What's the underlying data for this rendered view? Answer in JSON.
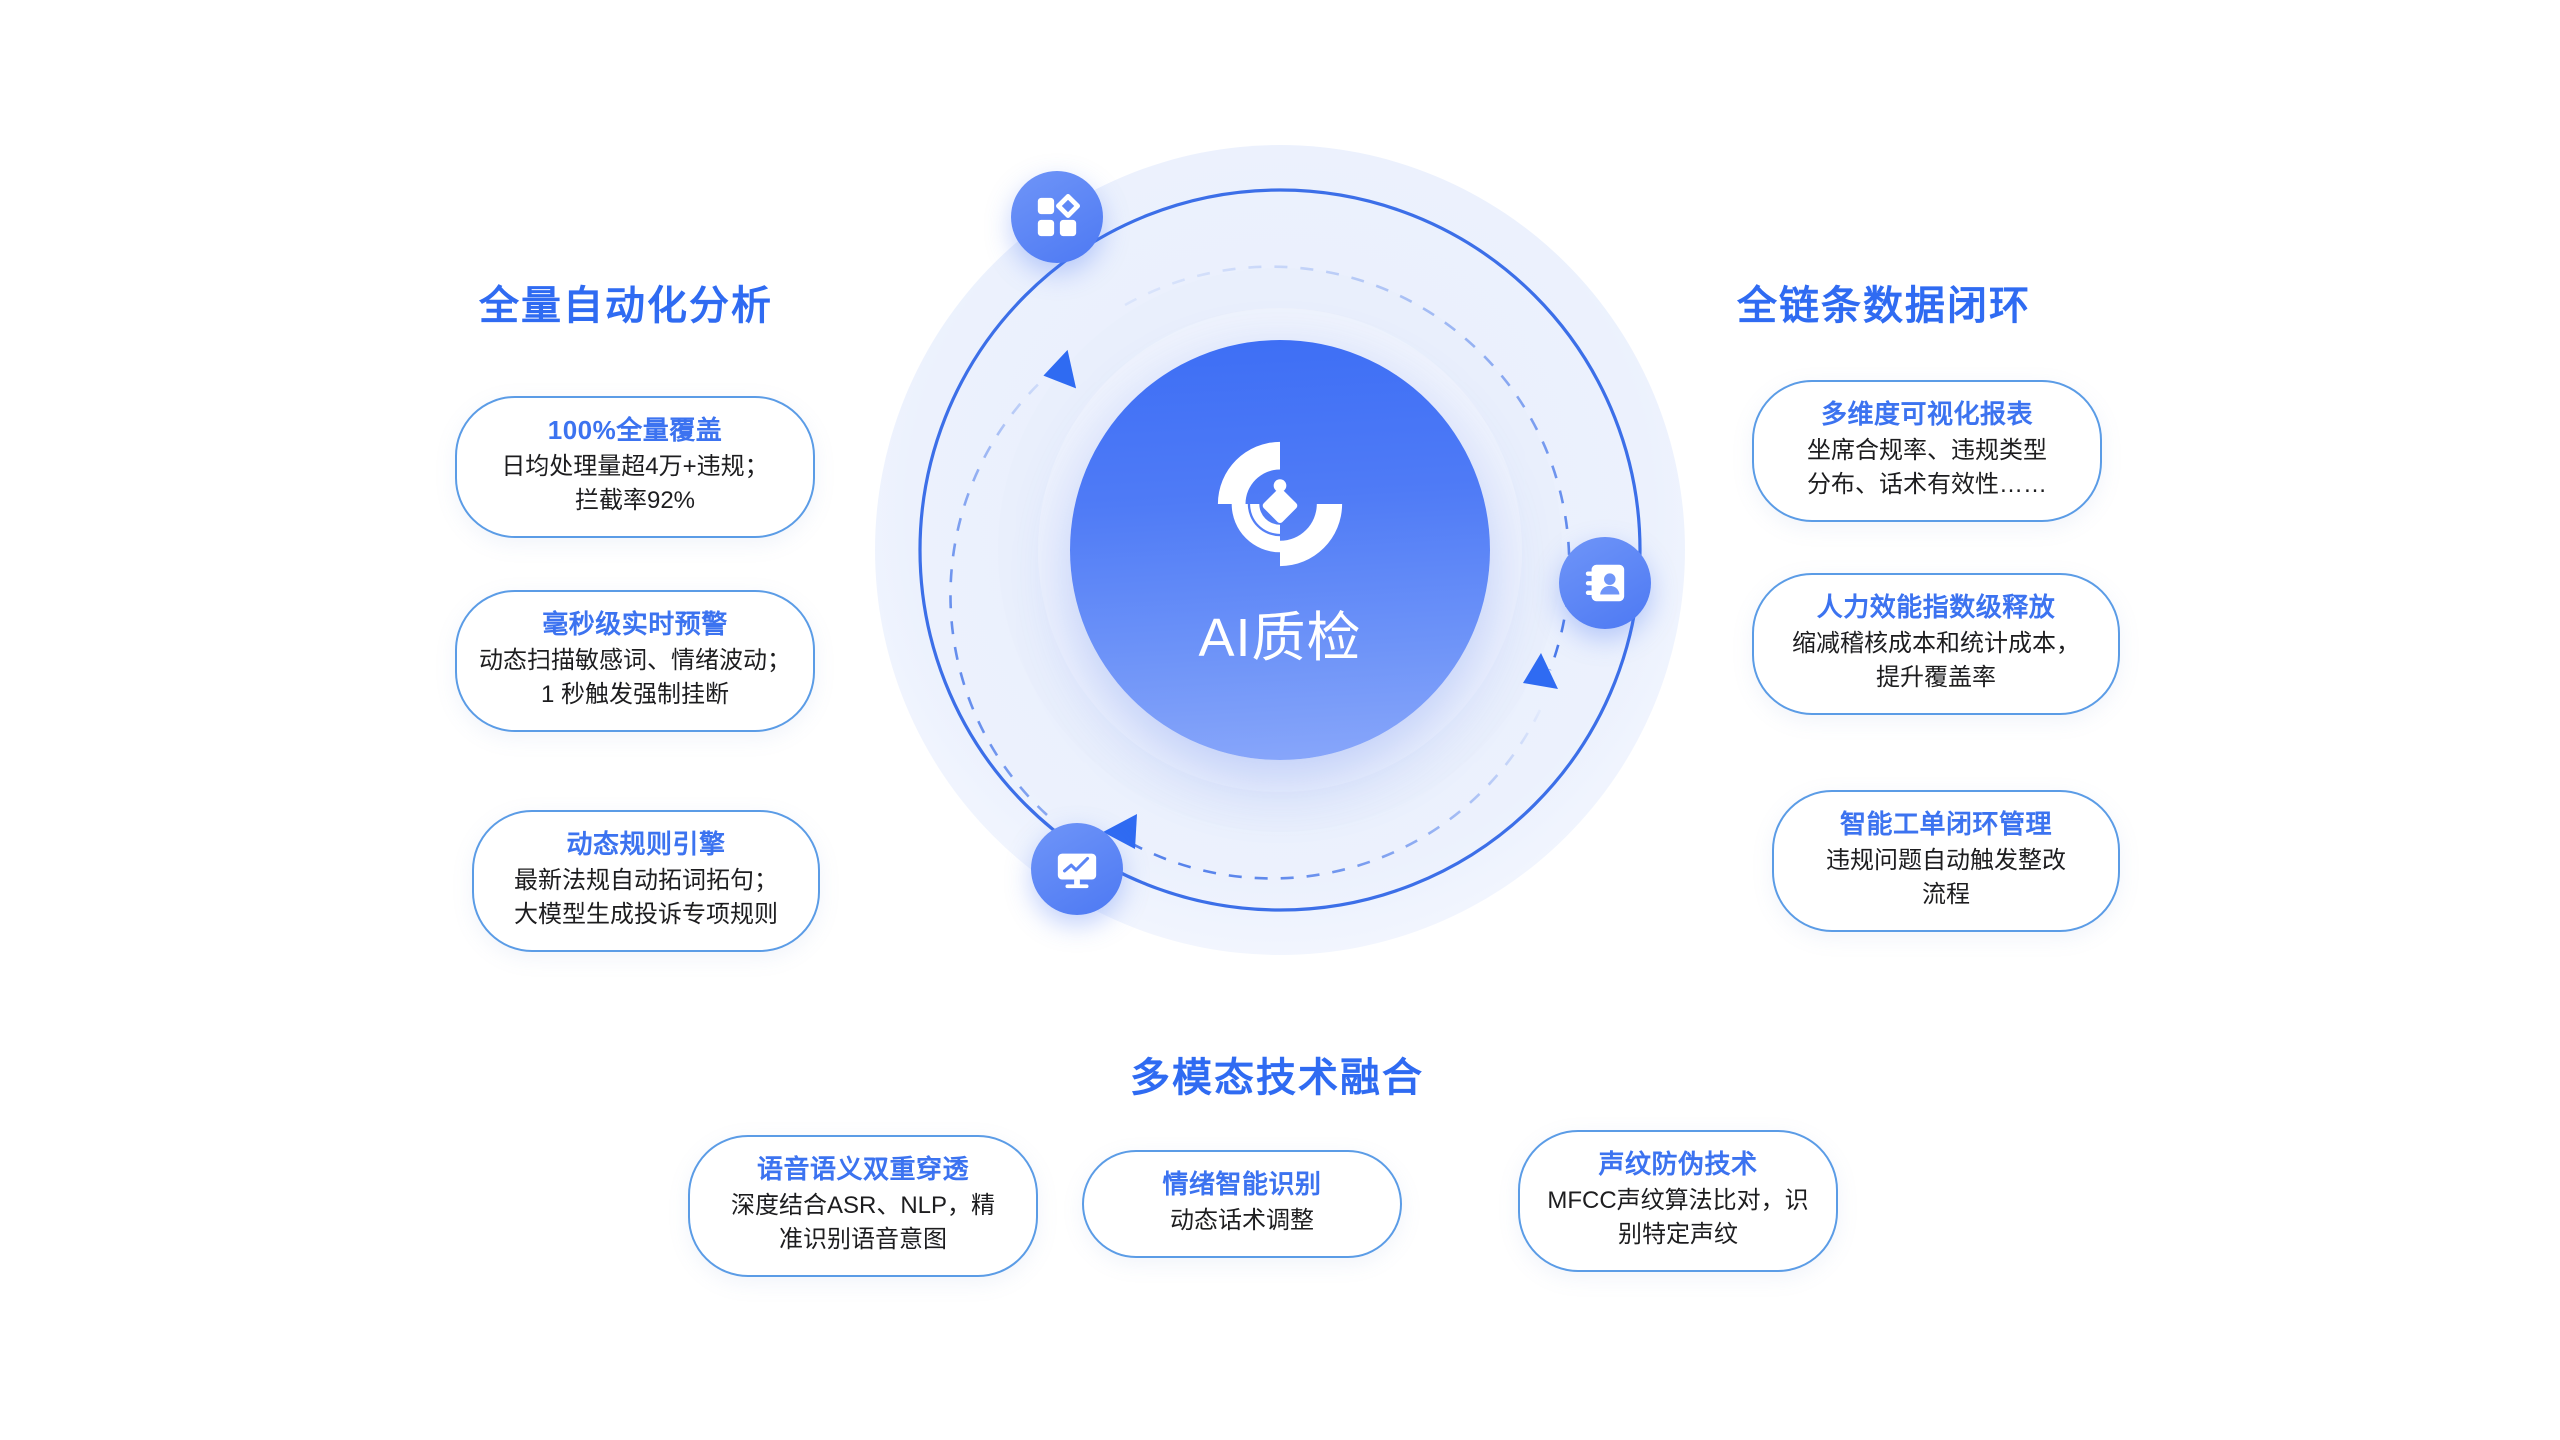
{
  "center": {
    "label": "AI质检",
    "icon": "ai-quality-radar-icon",
    "gradient_from": "#3d6ef5",
    "gradient_to": "#89a7fa"
  },
  "orbit": {
    "ring_color": "#3c6fe8",
    "arrow_color": "#3c6fe8",
    "nodes": [
      {
        "position": "top",
        "icon": "grid-modules-icon"
      },
      {
        "position": "right",
        "icon": "contact-book-icon"
      },
      {
        "position": "bottom",
        "icon": "monitor-chart-icon"
      }
    ]
  },
  "theme": {
    "title_color": "#2f6bf2",
    "card_title_color": "#3c73f0",
    "card_border_color": "#5b9ce6",
    "body_text_color": "#1d1d1f",
    "page_background": "#ffffff"
  },
  "sections": {
    "left": {
      "heading": "全量自动化分析",
      "cards": [
        {
          "title": "100%全量覆盖",
          "body": "日均处理量超4万+违规；\n拦截率92%"
        },
        {
          "title": "毫秒级实时预警",
          "body": "动态扫描敏感词、情绪波动；\n1 秒触发强制挂断"
        },
        {
          "title": "动态规则引擎",
          "body": "最新法规自动拓词拓句；\n大模型生成投诉专项规则"
        }
      ]
    },
    "right": {
      "heading": "全链条数据闭环",
      "cards": [
        {
          "title": "多维度可视化报表",
          "body": "坐席合规率、违规类型\n分布、话术有效性……"
        },
        {
          "title": "人力效能指数级释放",
          "body": "缩减稽核成本和统计成本，\n提升覆盖率"
        },
        {
          "title": "智能工单闭环管理",
          "body": "违规问题自动触发整改\n流程"
        }
      ]
    },
    "bottom": {
      "heading": "多模态技术融合",
      "cards": [
        {
          "title": "语音语义双重穿透",
          "body": "深度结合ASR、NLP，精\n准识别语音意图"
        },
        {
          "title": "情绪智能识别",
          "body": "动态话术调整"
        },
        {
          "title": "声纹防伪技术",
          "body": "MFCC声纹算法比对，识\n别特定声纹"
        }
      ]
    }
  }
}
